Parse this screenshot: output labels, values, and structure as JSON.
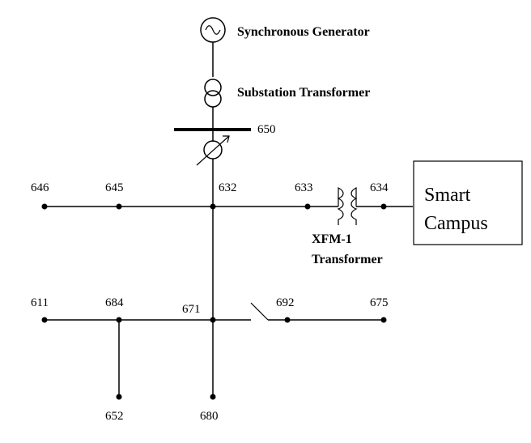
{
  "labels": {
    "generator": "Synchronous Generator",
    "substation": "Substation Transformer",
    "xfm_line1": "XFM-1",
    "xfm_line2": "Transformer",
    "campus_line1": "Smart",
    "campus_line2": "Campus"
  },
  "nodes": {
    "n650": "650",
    "n646": "646",
    "n645": "645",
    "n632": "632",
    "n633": "633",
    "n634": "634",
    "n611": "611",
    "n684": "684",
    "n671": "671",
    "n692": "692",
    "n675": "675",
    "n652": "652",
    "n680": "680"
  },
  "icons": {
    "generator": "ac-source-icon",
    "substation": "transformer-icon",
    "regulator": "voltage-regulator-icon",
    "xfm": "coil-transformer-icon",
    "switch": "open-switch-icon"
  }
}
